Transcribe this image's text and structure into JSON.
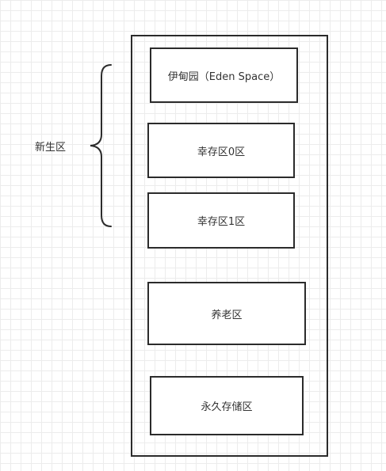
{
  "young_generation_label": "新生区",
  "regions": {
    "eden": "伊甸园（Eden Space）",
    "survivor0": "幸存区0区",
    "survivor1": "幸存区1区",
    "old": "养老区",
    "permanent": "永久存储区"
  },
  "colors": {
    "stroke": "#2b2b2b",
    "grid": "#ececec",
    "text": "#333333"
  }
}
